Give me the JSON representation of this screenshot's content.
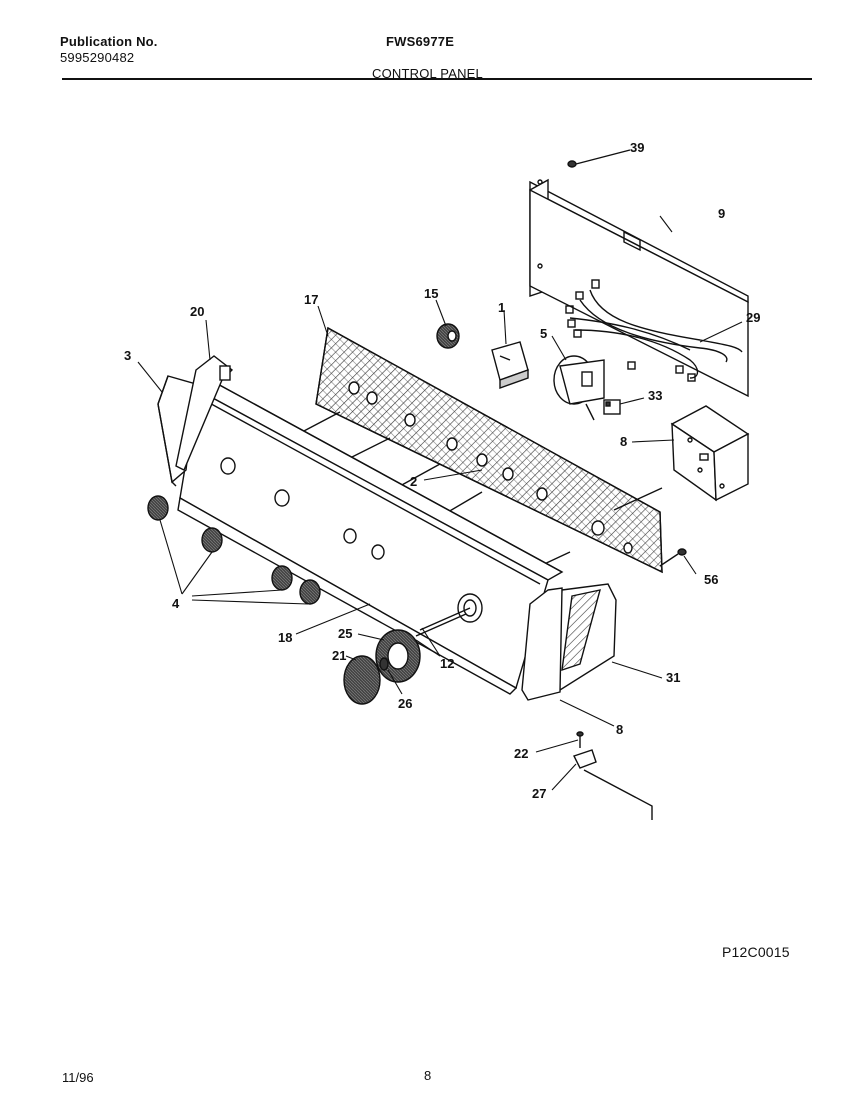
{
  "header": {
    "publication_label": "Publication No.",
    "publication_number": "5995290482",
    "model": "FWS6977E",
    "section_title": "CONTROL PANEL"
  },
  "callouts": [
    "39",
    "9",
    "29",
    "20",
    "17",
    "15",
    "1",
    "5",
    "33",
    "3",
    "8",
    "2",
    "56",
    "4",
    "18",
    "25",
    "12",
    "21",
    "26",
    "31",
    "8",
    "22",
    "27"
  ],
  "drawing_code": "P12C0015",
  "footer": {
    "date": "11/96",
    "page": "8"
  }
}
